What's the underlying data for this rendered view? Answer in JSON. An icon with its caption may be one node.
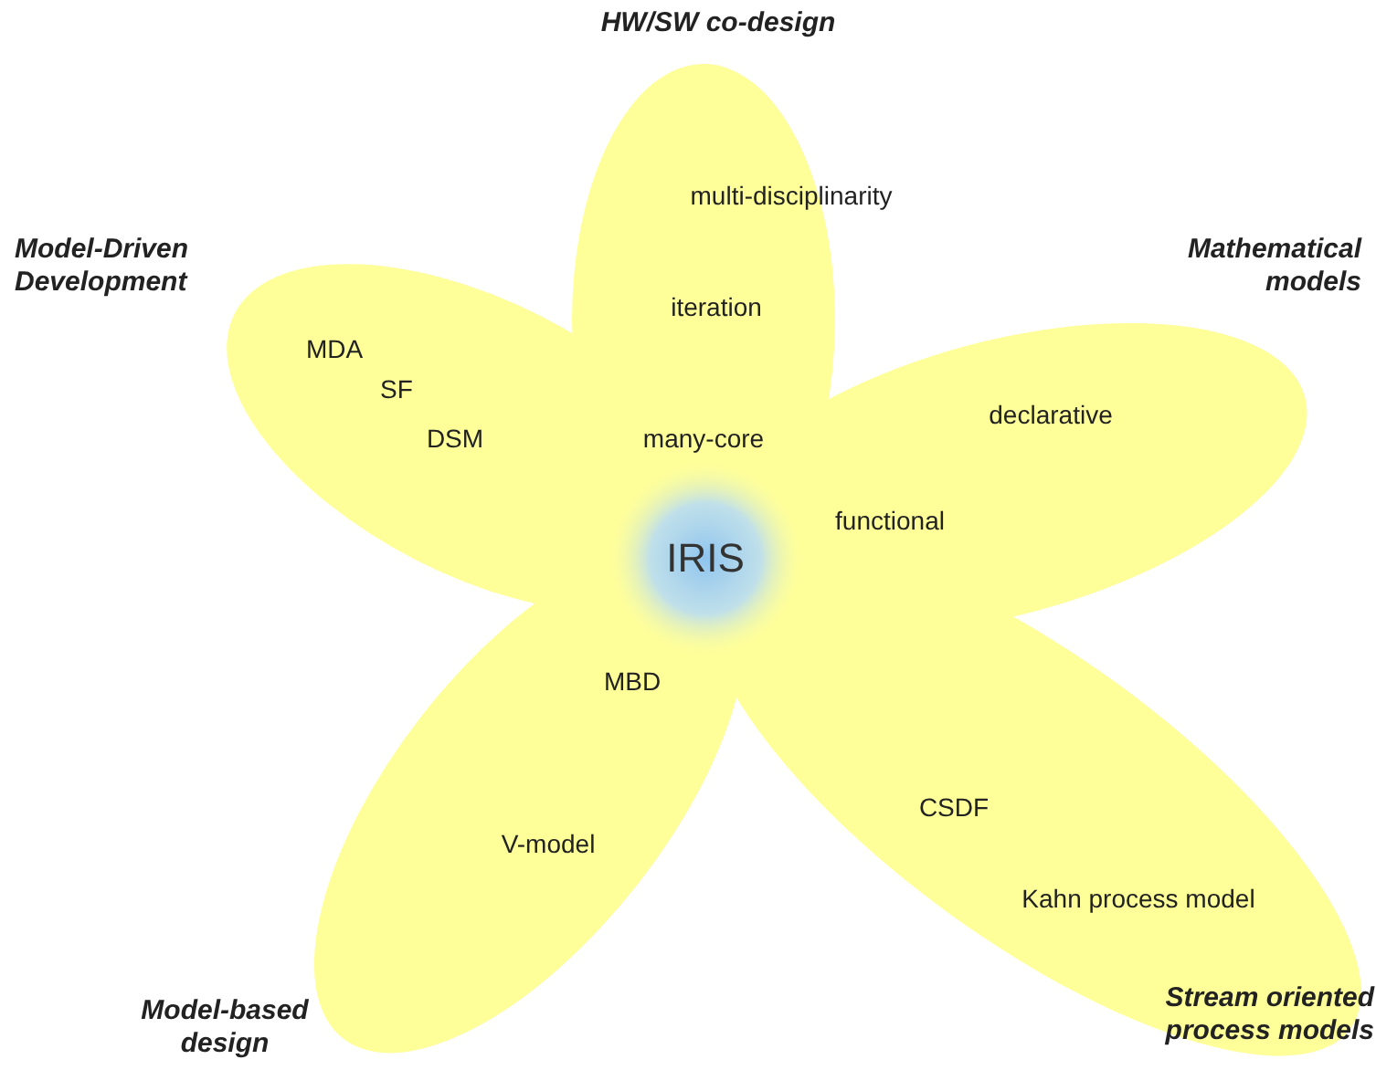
{
  "diagram": {
    "nodes": [
      {
        "text": [
          "HW/SW co-design",
          "multi-disciplinarity",
          "iteration",
          "many-core"
        ]
      },
      {
        "text": [
          "Mathematical models",
          "declarative",
          "functional"
        ]
      },
      {
        "text": [
          "Stream oriented process models",
          "CSDF",
          "Kahn process model"
        ]
      },
      {
        "text": [
          "Model-based design",
          "MBD",
          "V-model"
        ]
      },
      {
        "text": [
          "Model-Driven Development",
          "MDA",
          "SF",
          "DSM"
        ]
      },
      {
        "text": [
          "IRIS"
        ]
      }
    ]
  }
}
